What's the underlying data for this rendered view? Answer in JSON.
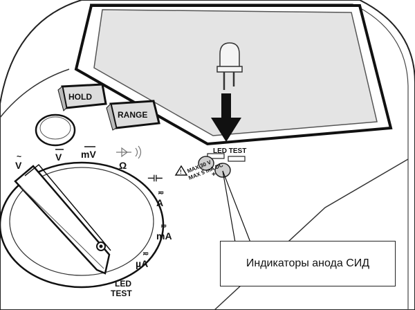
{
  "buttons": {
    "hold": "HOLD",
    "range": "RANGE"
  },
  "led_test": {
    "title": "LED TEST",
    "polarity": "+",
    "max_voltage": "MAX 30 V",
    "max_current": "MAX 5 mA DC"
  },
  "dial": {
    "v_ac": "V",
    "v_dc": "V",
    "mv": "mV",
    "ohm": "Ω",
    "capacitance": "⊣⊢",
    "a": "A",
    "ma": "mA",
    "ua": "µA",
    "led_test_line1": "LED",
    "led_test_line2": "TEST"
  },
  "callout": {
    "text": "Индикаторы анода СИД"
  },
  "icons": {
    "warning": "warning-triangle-icon",
    "arrow": "down-arrow-icon",
    "led": "led-icon"
  }
}
